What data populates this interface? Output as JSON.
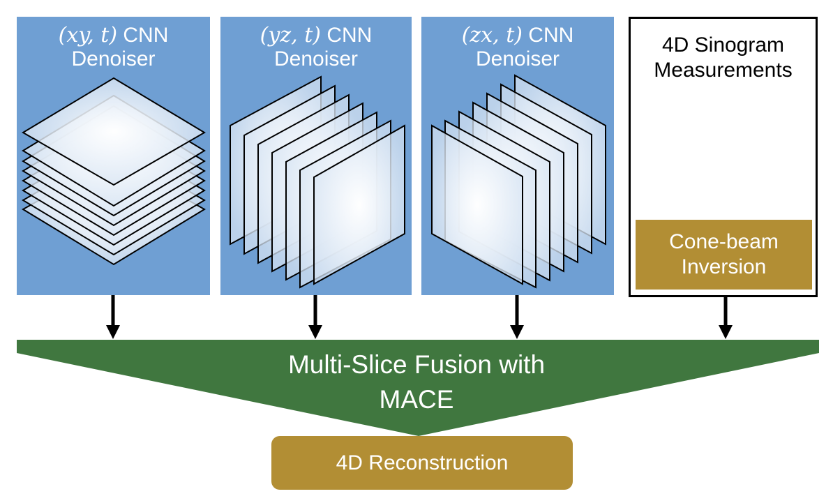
{
  "panels": [
    {
      "math": "(xy, t)",
      "suffix": "CNN",
      "line2": "Denoiser"
    },
    {
      "math": "(yz, t)",
      "suffix": "CNN",
      "line2": "Denoiser"
    },
    {
      "math": "(zx, t)",
      "suffix": "CNN",
      "line2": "Denoiser"
    }
  ],
  "measurements": {
    "line1": "4D Sinogram",
    "line2": "Measurements"
  },
  "inversion": {
    "line1": "Cone-beam",
    "line2": "Inversion"
  },
  "fusion": {
    "line1": "Multi-Slice Fusion with",
    "line2": "MACE"
  },
  "output": {
    "label": "4D Reconstruction"
  },
  "colors": {
    "panel": "#6f9fd3",
    "fusion": "#40773f",
    "gold": "#b28e34"
  }
}
